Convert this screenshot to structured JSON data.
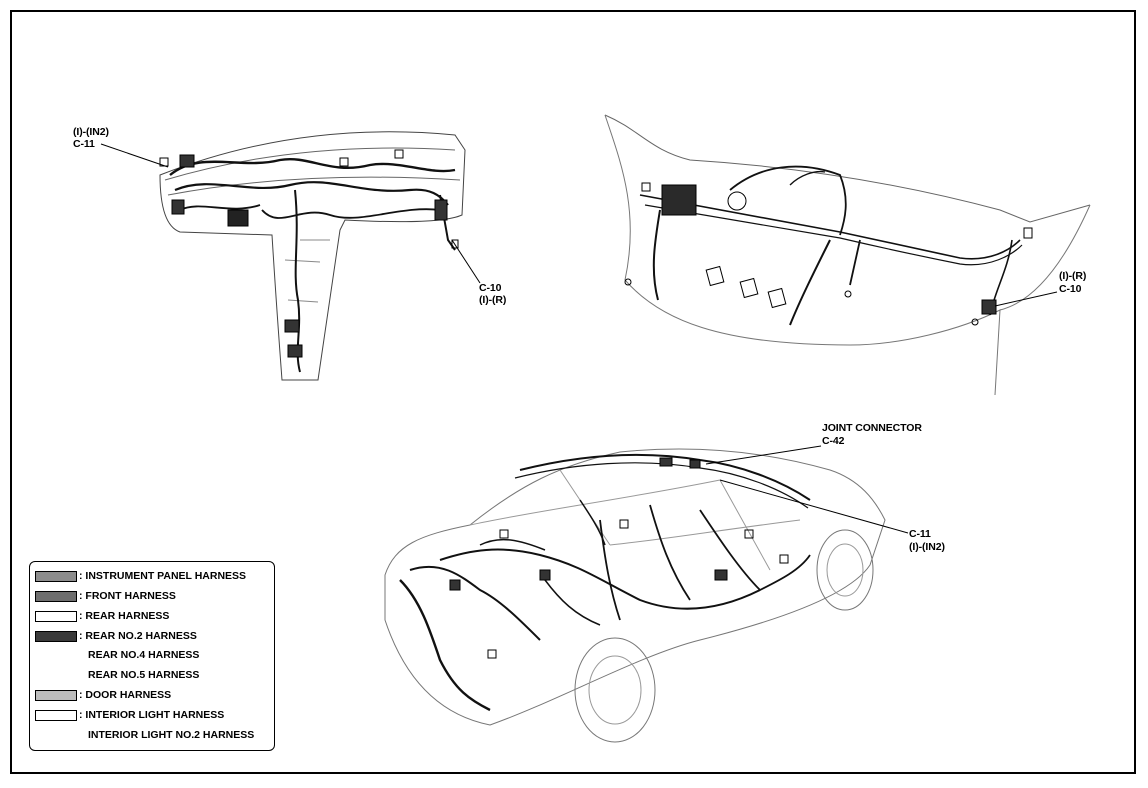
{
  "callouts": {
    "dash_c11_code": "(I)-(IN2)",
    "dash_c11_id": "C-11",
    "dash_c10_id": "C-10",
    "dash_c10_code": "(I)-(R)",
    "rear_c10_code": "(I)-(R)",
    "rear_c10_id": "C-10",
    "joint_title": "JOINT CONNECTOR",
    "joint_id": "C-42",
    "car_c11_id": "C-11",
    "car_c11_code": "(I)-(IN2)"
  },
  "legend": {
    "items": [
      {
        "label": ": INSTRUMENT PANEL HARNESS",
        "swatch": "#8c8c8c"
      },
      {
        "label": ": FRONT HARNESS",
        "swatch": "#6e6e6e"
      },
      {
        "label": ": REAR HARNESS",
        "swatch": "#ffffff"
      },
      {
        "label": ": REAR NO.2 HARNESS",
        "swatch": "#3a3a3a"
      },
      {
        "label": "REAR NO.4 HARNESS",
        "swatch": null
      },
      {
        "label": "REAR NO.5 HARNESS",
        "swatch": null
      },
      {
        "label": ": DOOR HARNESS",
        "swatch": "#bdbdbd"
      },
      {
        "label": ": INTERIOR LIGHT HARNESS",
        "swatch": "#ffffff"
      },
      {
        "label": "INTERIOR LIGHT NO.2 HARNESS",
        "swatch": null
      }
    ]
  }
}
